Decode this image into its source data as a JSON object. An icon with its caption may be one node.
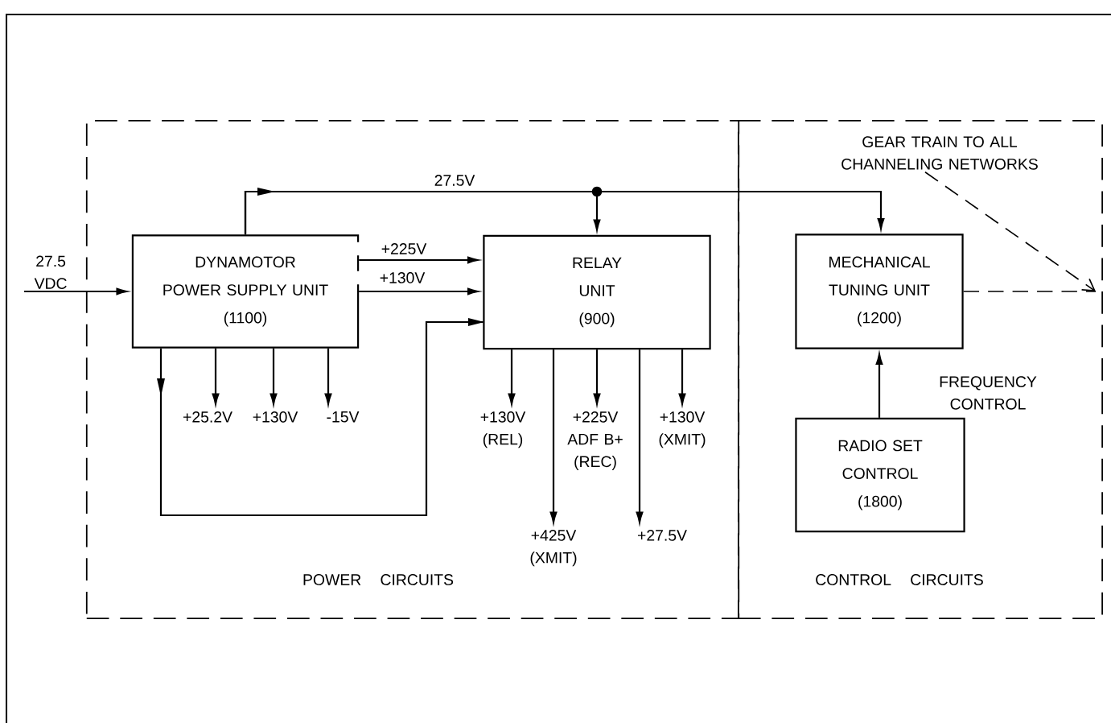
{
  "diagram": {
    "nodes": [
      {
        "text": [
          "POWER CIRCUITS"
        ]
      },
      {
        "text": [
          "CONTROL CIRCUITS"
        ]
      },
      {
        "text": [
          "DYNAMOTOR",
          "POWER SUPPLY UNIT",
          "(1100)"
        ],
        "in": 0
      },
      {
        "text": [
          "RELAY UNIT",
          "(900)"
        ],
        "in": 0
      },
      {
        "text": [
          "MECHANICAL TUNING UNIT",
          "(1200)"
        ],
        "in": 1
      },
      {
        "text": [
          "RADIO SET CONTROL",
          "(1800)"
        ],
        "in": 1
      },
      {
        "text": [
          "27.5 VDC"
        ]
      },
      {
        "text": [
          "+25.2V"
        ],
        "in": 0
      },
      {
        "text": [
          "+130V"
        ],
        "in": 0
      },
      {
        "text": [
          "-15V"
        ],
        "in": 0
      },
      {
        "text": [
          "+130V (REL)"
        ],
        "in": 0
      },
      {
        "text": [
          "+225V ADF B+ (REC)"
        ],
        "in": 0
      },
      {
        "text": [
          "+130V (XMIT)"
        ],
        "in": 0
      },
      {
        "text": [
          "+425V (XMIT)"
        ],
        "in": 0
      },
      {
        "text": [
          "+27.5V"
        ],
        "in": 0
      },
      {
        "text": [
          "GEAR TRAIN TO ALL CHANNELING NETWORKS"
        ],
        "in": 1
      }
    ],
    "edges": [
      {
        "from": 6,
        "to": 2,
        "arrow": "to"
      },
      {
        "from": 2,
        "to": 3,
        "arrow": "to",
        "label": "+225V"
      },
      {
        "from": 2,
        "to": 3,
        "arrow": "to",
        "label": "+130V"
      },
      {
        "from": 2,
        "to": 3,
        "arrow": "to"
      },
      {
        "from": 2,
        "to": 3,
        "arrow": "to",
        "label": "27.5V"
      },
      {
        "from": 2,
        "to": 4,
        "arrow": "to"
      },
      {
        "from": 2,
        "to": 7,
        "arrow": "to"
      },
      {
        "from": 2,
        "to": 8,
        "arrow": "to"
      },
      {
        "from": 2,
        "to": 9,
        "arrow": "to"
      },
      {
        "from": 3,
        "to": 10,
        "arrow": "to"
      },
      {
        "from": 3,
        "to": 13,
        "arrow": "to"
      },
      {
        "from": 3,
        "to": 11,
        "arrow": "to"
      },
      {
        "from": 3,
        "to": 14,
        "arrow": "to"
      },
      {
        "from": 3,
        "to": 12,
        "arrow": "to"
      },
      {
        "from": 5,
        "to": 4,
        "arrow": "to",
        "label": "FREQUENCY CONTROL"
      },
      {
        "from": 15,
        "to": null,
        "arrow": "to",
        "style": "dashed"
      },
      {
        "from": 4,
        "to": null,
        "arrow": "none",
        "style": "dashed"
      }
    ]
  }
}
